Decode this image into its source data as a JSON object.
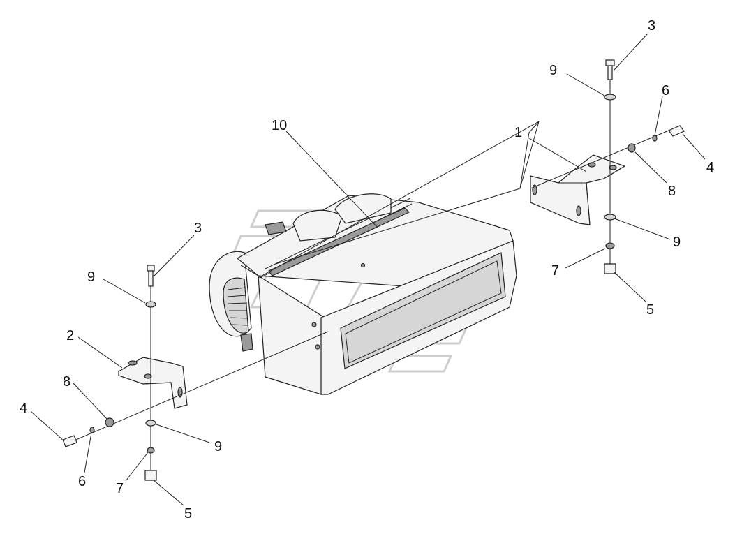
{
  "diagram": {
    "callouts": {
      "c1": "1",
      "c2": "2",
      "c3_right": "3",
      "c3_left": "3",
      "c4_right": "4",
      "c4_left": "4",
      "c5_right": "5",
      "c5_left": "5",
      "c6_right": "6",
      "c6_left": "6",
      "c7_right": "7",
      "c7_left": "7",
      "c8_right": "8",
      "c8_left": "8",
      "c9_right_top": "9",
      "c9_right_bottom": "9",
      "c9_left_top": "9",
      "c9_left_bottom": "9",
      "c10": "10"
    }
  }
}
